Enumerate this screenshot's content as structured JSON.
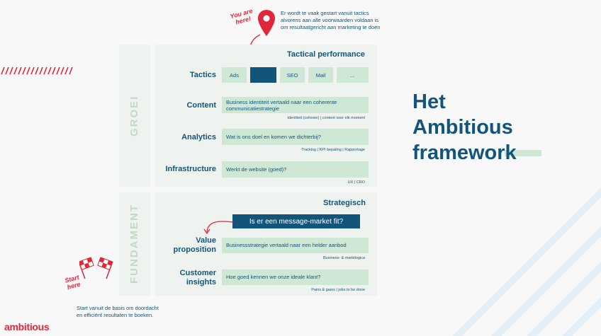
{
  "brand": {
    "logo": "ambitious",
    "accent_red": "#e0283a",
    "navy": "#13557a",
    "mint": "#cfe8d5"
  },
  "annotations": {
    "you_are_here": "You are here!",
    "tactics_note": [
      "Er wordt te vaak gestart vanuit tactics",
      "alvorens aan alle voorwaarden voldaan is",
      "om resultaatgericht aan marketing te doen"
    ],
    "start_here": "Start here",
    "start_note": [
      "Start vanuit de basis om doordacht",
      "en efficiënt resultaten te boeken."
    ]
  },
  "title": {
    "line1": "Het",
    "line2": "Ambitious",
    "line3": "framework"
  },
  "groei": {
    "side_label": "GROEI",
    "heading": "Tactical performance",
    "tactics": {
      "label": "Tactics",
      "items": [
        "Ads",
        "",
        "SEO",
        "Mail",
        "..."
      ]
    },
    "content": {
      "label": "Content",
      "box": [
        "Business identiteit vertaald naar een coherente",
        "communicatiestrategie"
      ],
      "sub": "Identiteit (cohesie) | content voor elk moment"
    },
    "analytics": {
      "label": "Analytics",
      "box": "Wat is ons doel en komen we dichterbij?",
      "sub": "Tracking | KPI bepaling | Rapportage"
    },
    "infrastructure": {
      "label": "Infrastructure",
      "box": "Werkt de website (goed)?",
      "sub": "UX | CRO"
    }
  },
  "fundament": {
    "side_label": "FUNDAMENT",
    "heading": "Strategisch",
    "callout": "Is er een message-market fit?",
    "value": {
      "label": [
        "Value",
        "proposition"
      ],
      "box": "Businessstrategie vertaald naar een helder aanbod",
      "sub": "Business- & marktlogica"
    },
    "customer": {
      "label": [
        "Customer",
        "insights"
      ],
      "box": "Hoe goed kennen we onze ideale klant?",
      "sub": "Pains & gains | jobs to be done"
    }
  }
}
